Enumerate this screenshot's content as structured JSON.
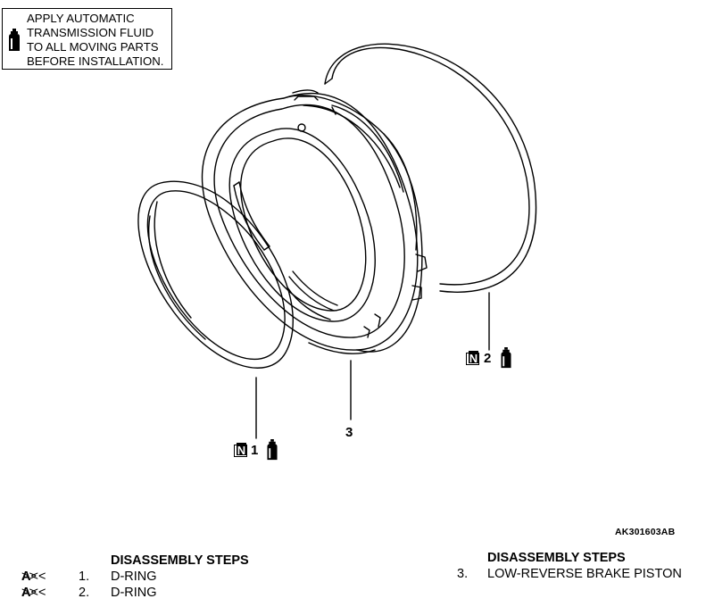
{
  "note": {
    "lines": [
      "APPLY AUTOMATIC",
      "TRANSMISSION FLUID",
      "TO ALL MOVING PARTS",
      "BEFORE INSTALLATION."
    ],
    "icon": "fluid-bottle-icon"
  },
  "callouts": {
    "part1": {
      "number": "1",
      "marker": "N"
    },
    "part2": {
      "number": "2",
      "marker": "N"
    },
    "part3": {
      "number": "3"
    }
  },
  "reference_code": "AK301603AB",
  "steps_left": {
    "heading": "DISASSEMBLY STEPS",
    "items": [
      {
        "prefix_open": ">>",
        "prefix_letter": "A",
        "prefix_close": "<<",
        "number": "1.",
        "label": "D-RING"
      },
      {
        "prefix_open": ">>",
        "prefix_letter": "A",
        "prefix_close": "<<",
        "number": "2.",
        "label": "D-RING"
      }
    ]
  },
  "steps_right": {
    "heading": "DISASSEMBLY STEPS",
    "items": [
      {
        "number": "3.",
        "label": "LOW-REVERSE BRAKE PISTON"
      }
    ]
  }
}
